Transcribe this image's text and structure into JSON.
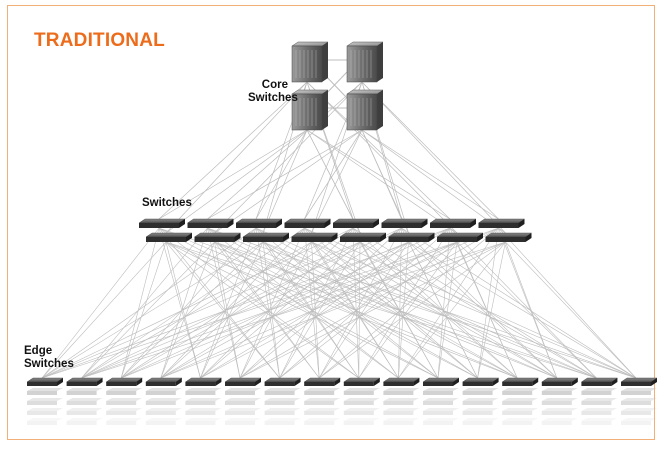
{
  "title": "TRADITIONAL",
  "labels": {
    "core_line1": "Core",
    "core_line2": "Switches",
    "aggregation": "Switches",
    "edge_line1": "Edge",
    "edge_line2": "Switches"
  },
  "colors": {
    "title": "#ec6c1c",
    "frame": "#f2b078",
    "cable": "#bdbdbd",
    "device": "#555555"
  },
  "topology": {
    "core_switches": 4,
    "aggregation_switches": 16,
    "edge_switches": 16
  }
}
